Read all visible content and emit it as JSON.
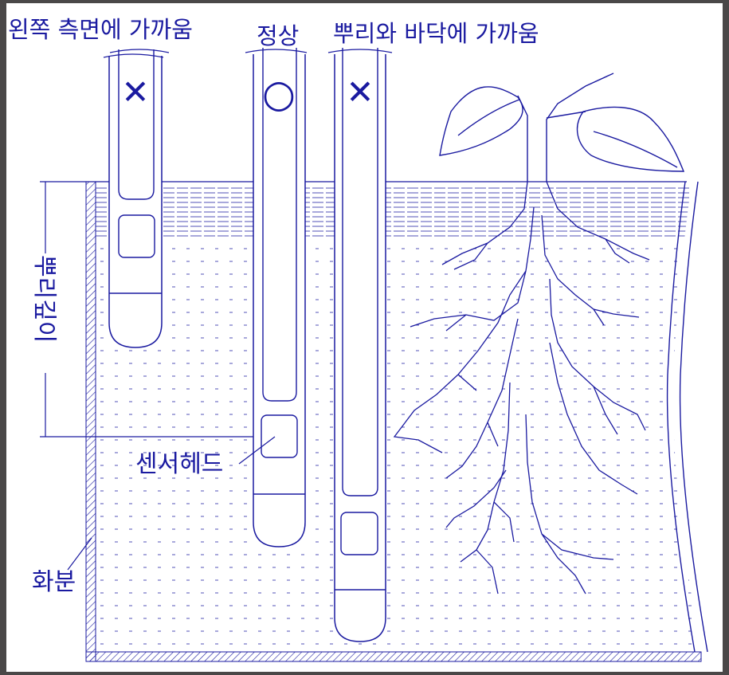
{
  "labels": {
    "left_side": "왼쪽 측면에 가까움",
    "normal": "정상",
    "near_root_bottom": "뿌리와 바닥에 가까움",
    "root_depth": "뿌리깊이",
    "sensor_head": "센서헤드",
    "pot": "화분"
  },
  "marks": {
    "left": "✕",
    "middle": "○",
    "right": "✕"
  },
  "colors": {
    "line": "#1a1aa0",
    "background": "#ffffff",
    "border": "#4a4848"
  }
}
